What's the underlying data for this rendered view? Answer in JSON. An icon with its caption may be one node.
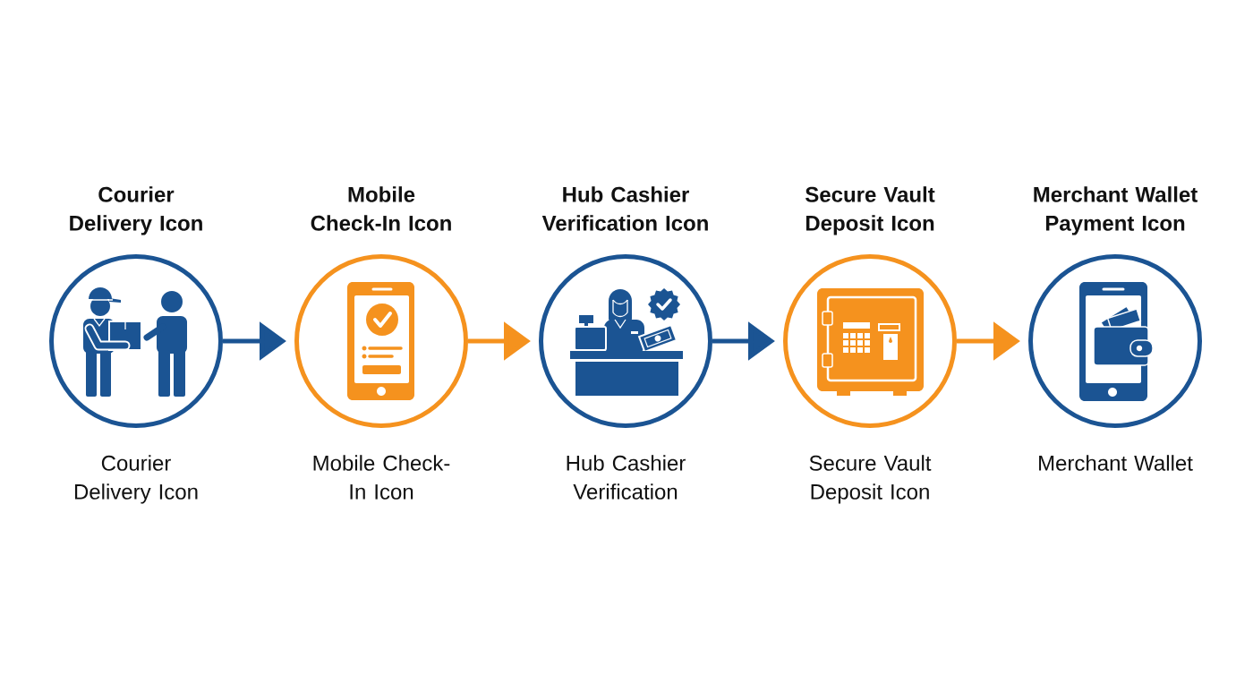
{
  "diagram": {
    "nodes": [
      {
        "text": [
          "Courier Delivery Icon"
        ],
        "beside": [
          "Courier Delivery Icon"
        ]
      },
      {
        "text": [
          "Mobile Check-In Icon"
        ],
        "beside": [
          "Mobile Check-In Icon"
        ]
      },
      {
        "text": [
          "Hub Cashier Verification Icon"
        ],
        "beside": [
          "Hub Cashier Verification"
        ]
      },
      {
        "text": [
          "Secure Vault Deposit Icon"
        ],
        "beside": [
          "Secure Vault Deposit Icon"
        ]
      },
      {
        "text": [
          "Merchant Wallet Payment Icon"
        ],
        "beside": [
          "Merchant Wallet"
        ]
      }
    ],
    "edges": [
      {
        "from": 0,
        "to": 1,
        "arrow": "to"
      },
      {
        "from": 1,
        "to": 2,
        "arrow": "to",
        "color": "#f5921e"
      },
      {
        "from": 2,
        "to": 3,
        "arrow": "to"
      },
      {
        "from": 3,
        "to": 4,
        "arrow": "to",
        "color": "#f5921e"
      }
    ]
  }
}
